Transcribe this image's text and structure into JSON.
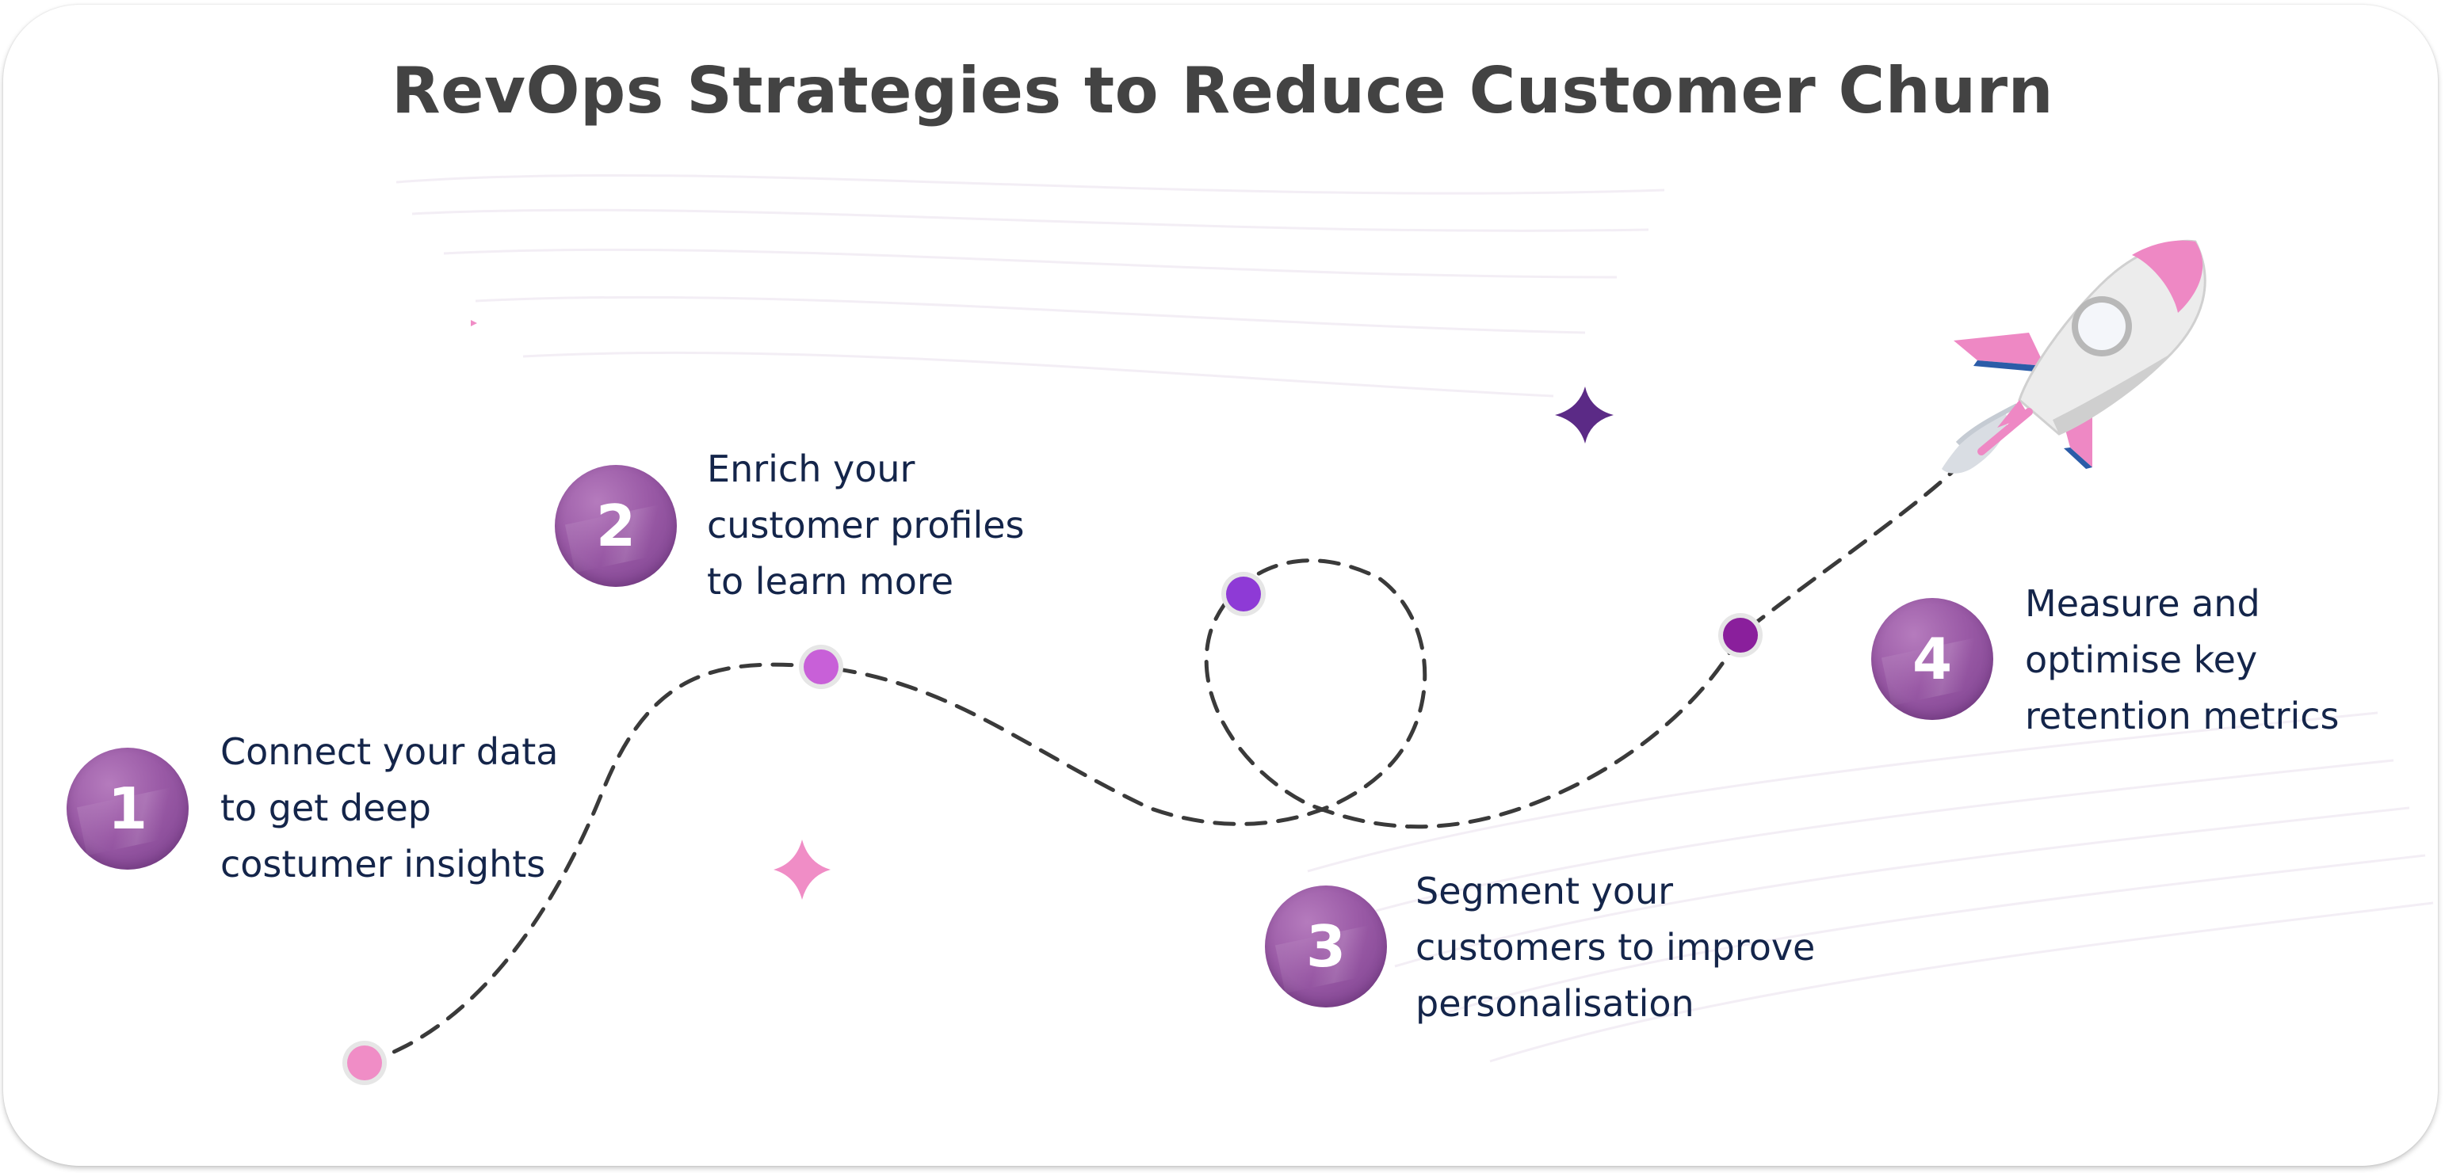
{
  "title": "RevOps Strategies to Reduce Customer Churn",
  "colors": {
    "title": "#434343",
    "text": "#14254a",
    "badge": "#9a5aa6",
    "dot_step1": "#f08dc6",
    "dot_step2": "#c860d8",
    "dot_step3": "#8e3ad6",
    "dot_step4": "#8a1f9c",
    "sparkle_pink": "#f08dc6",
    "sparkle_purple": "#5b2a86",
    "rocket_pink": "#ee88c4"
  },
  "steps": [
    {
      "number": "1",
      "lines": [
        "Connect your data",
        "to get deep",
        "costumer insights"
      ]
    },
    {
      "number": "2",
      "lines": [
        "Enrich your",
        "customer profiles",
        "to learn more"
      ]
    },
    {
      "number": "3",
      "lines": [
        "Segment your",
        "customers to improve",
        "personalisation"
      ]
    },
    {
      "number": "4",
      "lines": [
        "Measure and",
        "optimise key",
        "retention metrics"
      ]
    }
  ],
  "icons": {
    "rocket": "rocket-icon",
    "sparkle": "sparkle-icon"
  }
}
